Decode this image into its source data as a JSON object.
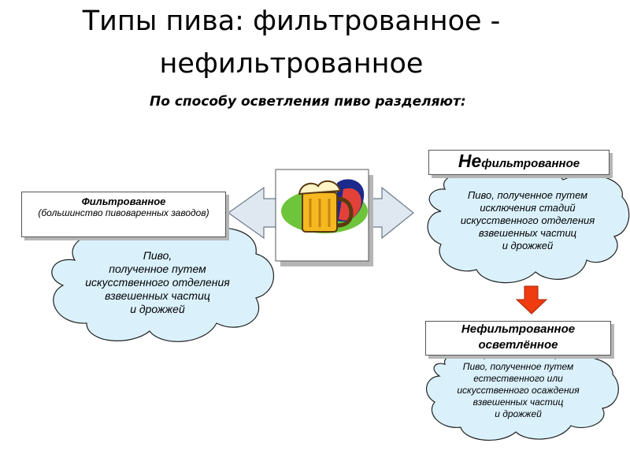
{
  "title": {
    "line1": "Типы пива: фильтрованное -",
    "line2": "нефильтрованное"
  },
  "subtitle": "По способу осветления пиво разделяют:",
  "filtered": {
    "heading": "Фильтрованное",
    "note": "(большинство пивоваренных заводов)",
    "cloud": [
      "Пиво,",
      "полученное путем",
      "искусственного отделения",
      "взвешенных частиц",
      "и дрожжей"
    ]
  },
  "unfiltered": {
    "prefix": "Не",
    "rest": "фильтрованное",
    "cloud": [
      "Пиво, полученное путем",
      "исключения стадий",
      "искусственного отделения",
      "взвешенных частиц",
      "и дрожжей"
    ]
  },
  "clarified": {
    "line1": "Нефильтрованное",
    "line2": "осветлённое",
    "cloud": [
      "Пиво, полученное путем",
      "естественного или",
      "искусственного осаждения",
      "взвешенных частиц",
      "и дрожжей"
    ]
  },
  "colors": {
    "cloud_fill": "#daf1fc",
    "arrow_fill": "#dfe8f0",
    "down_arrow": "#f03a10",
    "beer": "#f5b820",
    "green": "#6ec43a",
    "navy": "#1c2a8c",
    "red": "#e2413a"
  }
}
